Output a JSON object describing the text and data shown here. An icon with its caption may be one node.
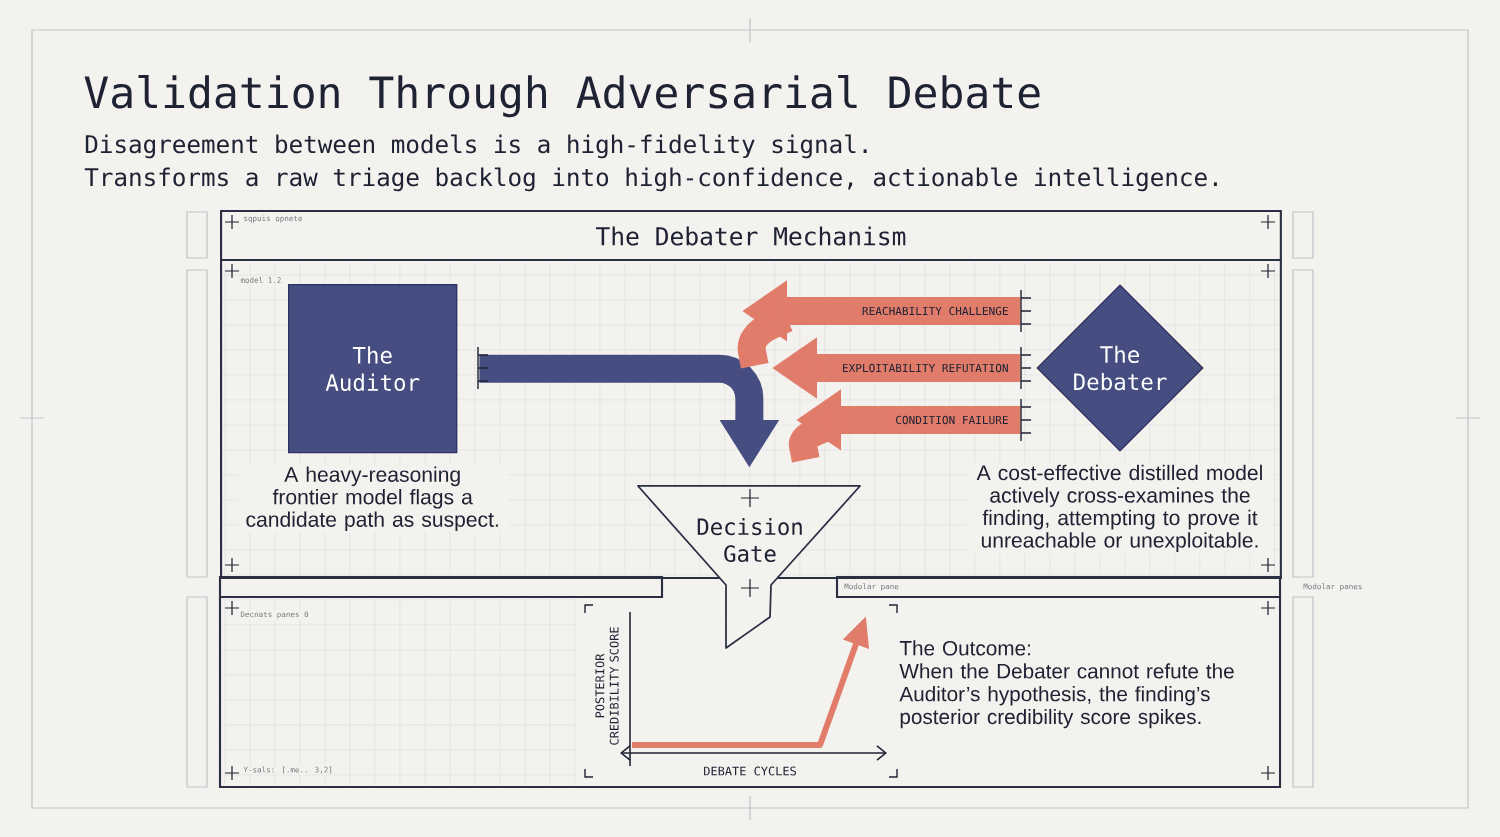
{
  "diagram": {
    "title": "Validation Through Adversarial Debate",
    "nodes": [
      {
        "text": [
          "The Debater Mechanism"
        ]
      },
      {
        "text": [
          "The Auditor"
        ],
        "beside": [
          "A heavy-reasoning frontier model flags a candidate path as suspect."
        ],
        "in": 0
      },
      {
        "text": [
          "The Debater"
        ],
        "beside": [
          "A cost-effective distilled model actively cross-examines the finding, attempting to prove it unreachable or unexploitable."
        ],
        "in": 0
      },
      {
        "text": [
          "Decision Gate"
        ]
      },
      {
        "text": [
          "The Outcome:",
          "When the Debater cannot refute the Auditor’s hypothesis, the finding’s posterior credibility score spikes."
        ]
      }
    ],
    "edges": [
      {
        "from": 1,
        "to": 3,
        "arrow": "to",
        "color": "#464d80"
      },
      {
        "from": 2,
        "to": null,
        "arrow": "to",
        "label": "REACHABILITY CHALLENGE"
      },
      {
        "from": 2,
        "to": null,
        "arrow": "to",
        "label": "EXPLOITABILITY REFUTATION"
      },
      {
        "from": 2,
        "to": null,
        "arrow": "to",
        "label": "CONDITION FAILURE"
      }
    ],
    "labels": [
      "Disagreement between models is a high-fidelity signal.",
      "Transforms a raw triage backlog into high-confidence, actionable intelligence.",
      "sqpuis opnete",
      "model 1.2",
      "Modolar pane",
      "Modolar panes",
      "Decnats panes 0",
      "POSTERIOR CREDIBILITY SCORE",
      "Y-sals: [.me.. 3,2]",
      "DEBATE CYCLES"
    ]
  }
}
